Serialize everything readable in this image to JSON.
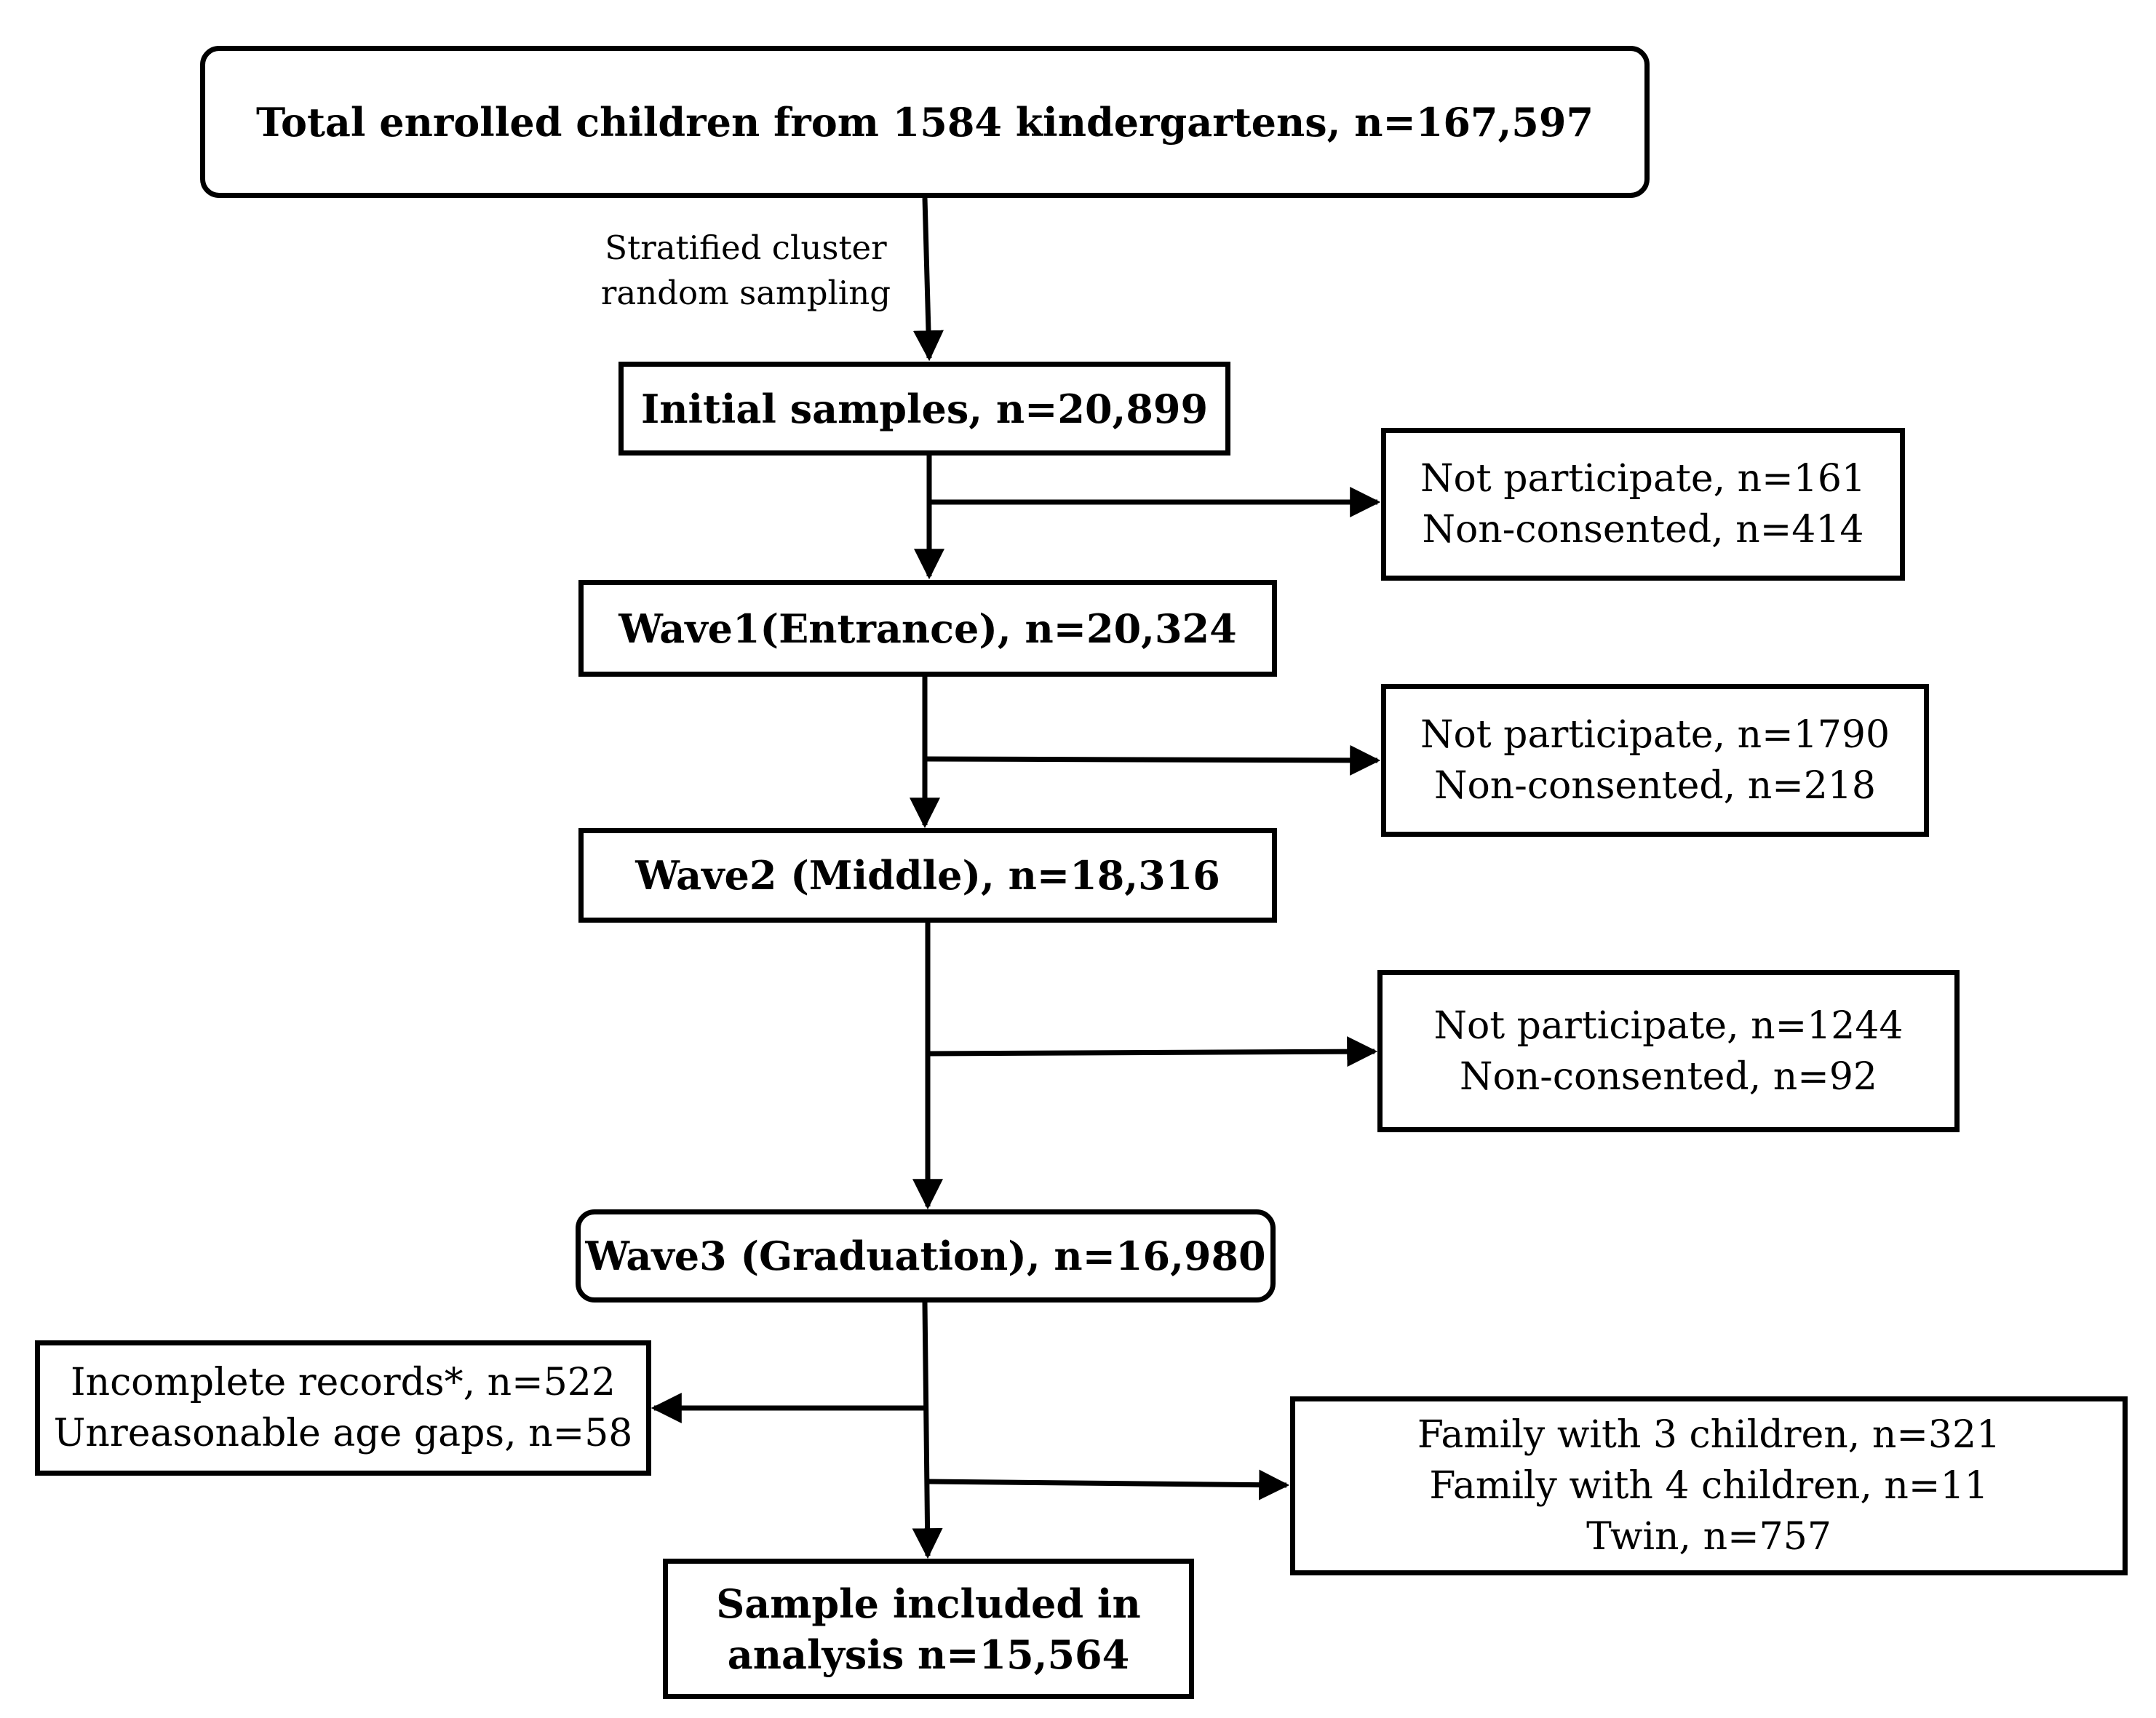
{
  "boxes": {
    "total": {
      "lines": [
        "Total enrolled children from 1584 kindergartens, n=167,597"
      ]
    },
    "initial": {
      "lines": [
        "Initial samples, n=20,899"
      ]
    },
    "excl1": {
      "lines": [
        "Not participate, n=161",
        "Non-consented, n=414"
      ]
    },
    "wave1": {
      "lines": [
        "Wave1(Entrance), n=20,324"
      ]
    },
    "excl2": {
      "lines": [
        "Not participate, n=1790",
        "Non-consented, n=218"
      ]
    },
    "wave2": {
      "lines": [
        "Wave2 (Middle), n=18,316"
      ]
    },
    "excl3": {
      "lines": [
        "Not participate, n=1244",
        "Non-consented, n=92"
      ]
    },
    "wave3": {
      "lines": [
        "Wave3 (Graduation), n=16,980"
      ]
    },
    "excl4": {
      "lines": [
        "Incomplete records*, n=522",
        "Unreasonable age gaps, n=58"
      ]
    },
    "excl5": {
      "lines": [
        "Family with 3 children, n=321",
        "Family with 4 children, n=11",
        "Twin, n=757"
      ]
    },
    "final": {
      "lines": [
        "Sample included in",
        "analysis n=15,564"
      ]
    }
  },
  "sampling_label": {
    "lines": [
      "Stratified cluster",
      "random sampling"
    ]
  }
}
